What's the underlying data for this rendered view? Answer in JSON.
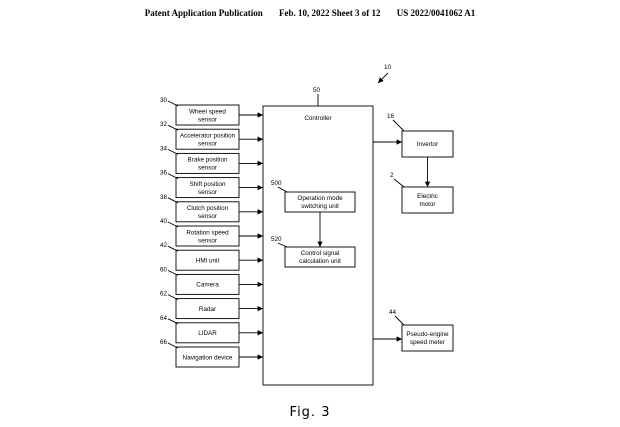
{
  "header": {
    "left": "Patent Application Publication",
    "middle": "Feb. 10, 2022  Sheet 3 of 12",
    "right": "US 2022/0041062 A1"
  },
  "figure_label": "Fig. 3",
  "system_ref": "10",
  "sensors": [
    {
      "ref": "30",
      "lines": [
        "Wheel speed",
        "sensor"
      ]
    },
    {
      "ref": "32",
      "lines": [
        "Accelerator position",
        "sensor"
      ]
    },
    {
      "ref": "34",
      "lines": [
        "Brake position",
        "sensor"
      ]
    },
    {
      "ref": "36",
      "lines": [
        "Shift position",
        "sensor"
      ]
    },
    {
      "ref": "38",
      "lines": [
        "Clutch position",
        "sensor"
      ]
    },
    {
      "ref": "40",
      "lines": [
        "Rotation speed",
        "sensor"
      ]
    },
    {
      "ref": "42",
      "lines": [
        "HMI unit"
      ]
    },
    {
      "ref": "60",
      "lines": [
        "Camera"
      ]
    },
    {
      "ref": "62",
      "lines": [
        "Radar"
      ]
    },
    {
      "ref": "64",
      "lines": [
        "LIDAR"
      ]
    },
    {
      "ref": "66",
      "lines": [
        "Navigation device"
      ]
    }
  ],
  "controller": {
    "ref": "50",
    "label": "Controller",
    "units": [
      {
        "ref": "500",
        "lines": [
          "Operation mode",
          "switching unit"
        ]
      },
      {
        "ref": "520",
        "lines": [
          "Control signal",
          "calculation unit"
        ]
      }
    ]
  },
  "outputs": [
    {
      "ref": "16",
      "lines": [
        "Invertor"
      ]
    },
    {
      "ref": "2",
      "lines": [
        "Electric",
        "motor"
      ]
    },
    {
      "ref": "44",
      "lines": [
        "Pseudo-engine",
        "speed meter"
      ]
    }
  ]
}
